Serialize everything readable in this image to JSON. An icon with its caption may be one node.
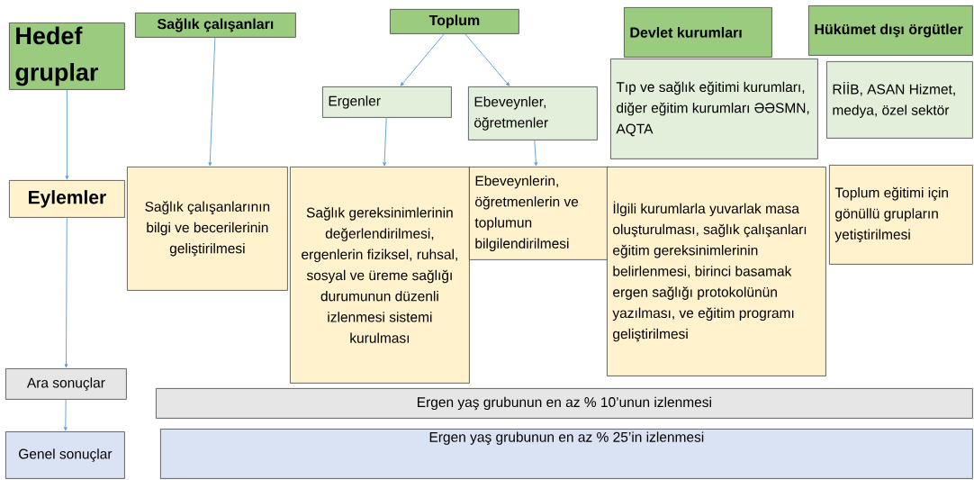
{
  "diagram": {
    "nodes": [
      {
        "text": [
          "Hedef gruplar"
        ]
      },
      {
        "text": [
          "Sağlık çalışanları"
        ]
      },
      {
        "text": [
          "Toplum"
        ]
      },
      {
        "text": [
          "Devlet kurumları"
        ]
      },
      {
        "text": [
          "Hükümet dışı örgütler"
        ]
      },
      {
        "text": [
          "Ergenler"
        ]
      },
      {
        "text": [
          "Ebeveynler, öğretmenler"
        ]
      },
      {
        "text": [
          "Tıp ve sağlık eğitimi kurumları, diğer eğitim kurumları ƏƏSMN, AQTA"
        ]
      },
      {
        "text": [
          "RİİB, ASAN Hizmet, medya, özel sektör"
        ]
      },
      {
        "text": [
          "Eylemler"
        ]
      },
      {
        "text": [
          "Sağlık çalışanlarının bilgi ve becerilerinin geliştirilmesi"
        ]
      },
      {
        "text": [
          "Sağlık gereksinimlerinin değerlendirilmesi, ergenlerin fiziksel, ruhsal, sosyal ve üreme sağlığı durumunun düzenli izlenmesi sistemi kurulması"
        ]
      },
      {
        "text": [
          "Ebeveynlerin, öğretmenlerin ve toplumun bilgilendirilmesi"
        ]
      },
      {
        "text": [
          "İlgili kurumlarla yuvarlak masa oluşturulması, sağlık çalışanları eğitim gereksinimlerinin belirlenmesi, birinci basamak ergen sağlığı protokolünün yazılması, ve eğitim programı geliştirilmesi"
        ]
      },
      {
        "text": [
          "Toplum eğitimi için gönüllü grupların yetiştirilmesi"
        ]
      },
      {
        "text": [
          "Ara sonuçlar"
        ]
      },
      {
        "text": [
          "Ergen yaş grubunun en az % 10’unun izlenmesi"
        ]
      },
      {
        "text": [
          "Genel sonuçlar"
        ]
      },
      {
        "text": [
          "Ergen yaş grubunun en az % 25’in izlenmesi"
        ]
      }
    ],
    "edges": [
      {
        "from": 0,
        "to": 9,
        "arrow": "to"
      },
      {
        "from": 1,
        "to": 10,
        "arrow": "to"
      },
      {
        "from": 2,
        "to": 5,
        "arrow": "to"
      },
      {
        "from": 2,
        "to": 6,
        "arrow": "to"
      },
      {
        "from": 5,
        "to": 11,
        "arrow": "to"
      },
      {
        "from": 6,
        "to": 12,
        "arrow": "to"
      },
      {
        "from": 9,
        "to": 15,
        "arrow": "to"
      },
      {
        "from": 15,
        "to": 17,
        "arrow": "to"
      }
    ]
  }
}
